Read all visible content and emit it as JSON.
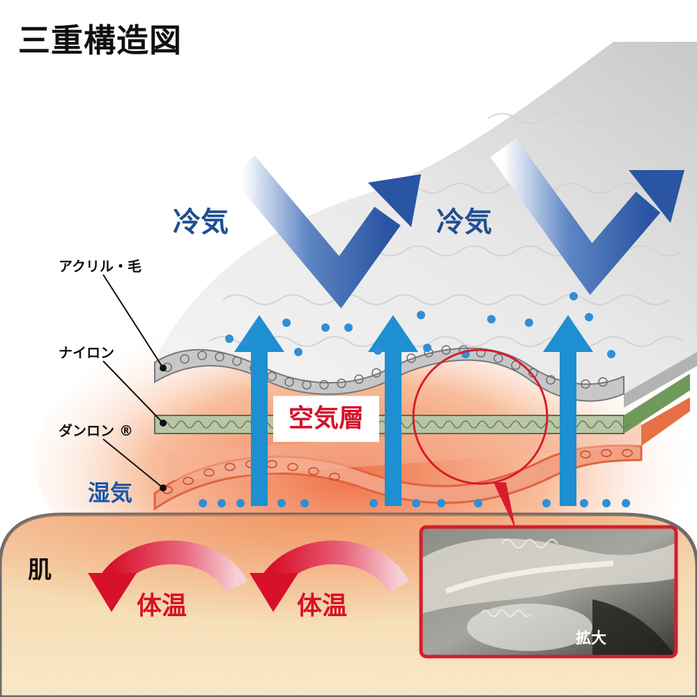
{
  "title": "三重構造図",
  "labels": {
    "cold_air_1": "冷気",
    "cold_air_2": "冷気",
    "layer_top": "アクリル・毛",
    "layer_middle": "ナイロン",
    "layer_bottom": "ダンロン ®",
    "moisture": "湿気",
    "air_layer": "空気層",
    "skin": "肌",
    "body_heat_1": "体温",
    "body_heat_2": "体温",
    "magnified": "拡大"
  },
  "colors": {
    "cold_arrow": "#3158a3",
    "up_arrow": "#1e8fd0",
    "moisture_dot": "#2f8fd6",
    "heat_arrow": "#d7112a",
    "skin_fill": "#f6ddb2",
    "warm_glow": "#f08050",
    "layer_top_edge": "#b0b0b0",
    "layer_middle_edge": "#7a9a5e",
    "layer_bottom_edge": "#e77045",
    "zoom_frame": "#d81c2c"
  }
}
